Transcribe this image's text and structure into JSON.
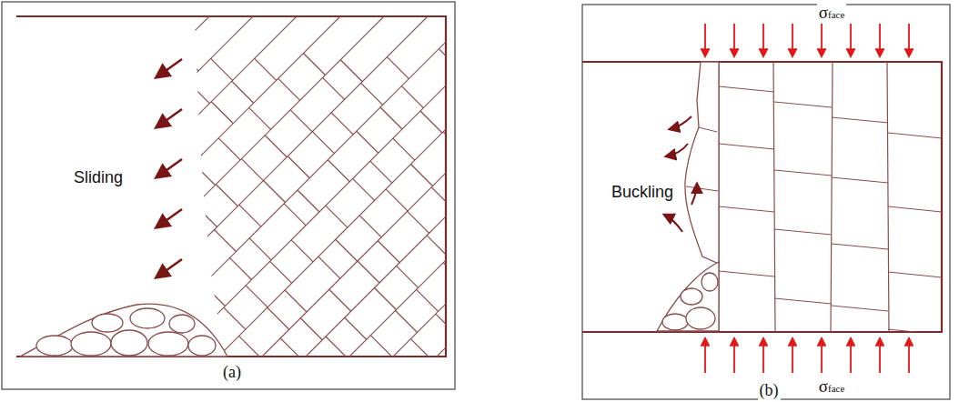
{
  "diagram": {
    "labels": [
      "Sliding",
      "(a)",
      "Buckling",
      "σface",
      "σface",
      "(b)"
    ]
  }
}
